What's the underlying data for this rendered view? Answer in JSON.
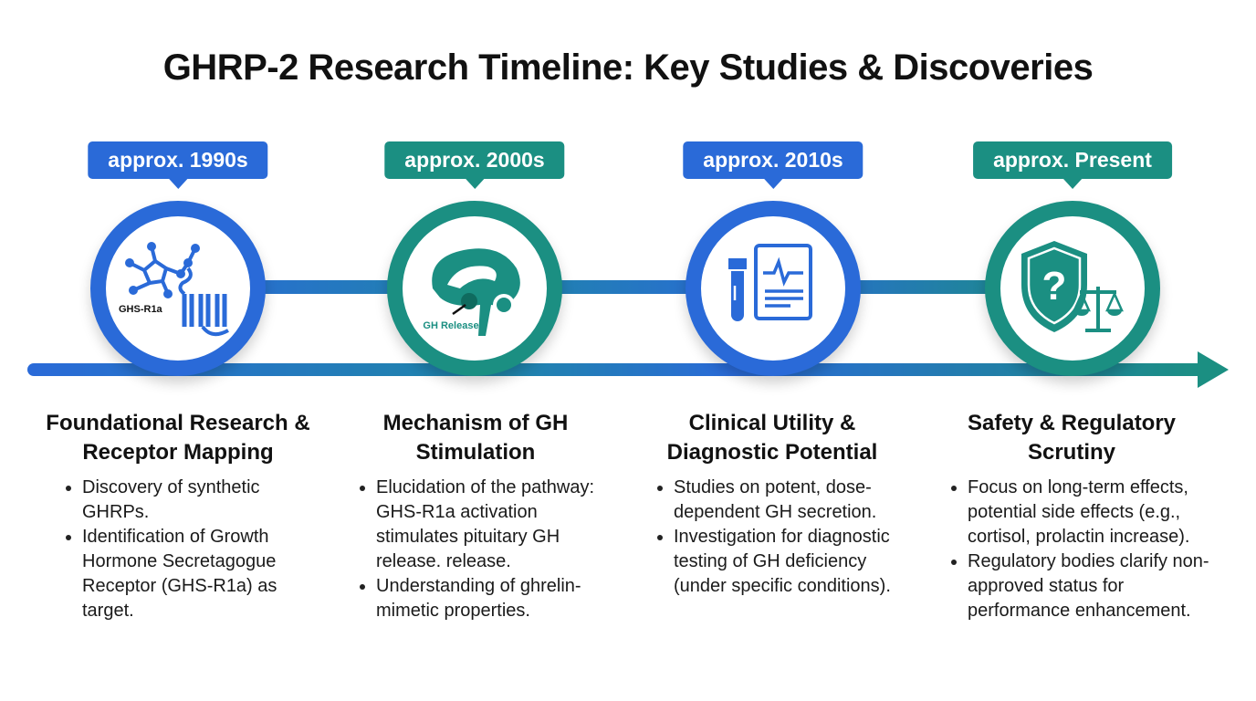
{
  "title": "GHRP-2 Research Timeline: Key Studies & Discoveries",
  "colors": {
    "blue": "#2a6ad8",
    "teal": "#1b8f82"
  },
  "milestones": [
    {
      "period": "approx. 1990s",
      "icon": "molecule-receptor-icon",
      "icon_label": "GHS-R1a",
      "heading": "Foundational Research & Receptor Mapping",
      "bullets": [
        "Discovery of synthetic GHRPs.",
        "Identification of Growth Hormone Secretagogue Receptor (GHS-R1a) as target."
      ]
    },
    {
      "period": "approx. 2000s",
      "icon": "brain-icon",
      "icon_label": "GH Release",
      "heading": "Mechanism of GH Stimulation",
      "bullets": [
        "Elucidation of the pathway: GHS-R1a activation stimulates pituitary GH release. release.",
        "Understanding of ghrelin-mimetic properties."
      ]
    },
    {
      "period": "approx. 2010s",
      "icon": "test-tube-report-icon",
      "heading": "Clinical Utility & Diagnostic Potential",
      "bullets": [
        "Studies on potent, dose-dependent GH secretion.",
        "Investigation for diagnostic testing of GH deficiency (under specific conditions)."
      ]
    },
    {
      "period": "approx. Present",
      "icon": "shield-scales-icon",
      "heading": "Safety & Regulatory Scrutiny",
      "bullets": [
        "Focus on long-term effects, potential side effects (e.g., cortisol, prolactin increase).",
        "Regulatory bodies clarify non-approved status for performance enhancement."
      ]
    }
  ]
}
